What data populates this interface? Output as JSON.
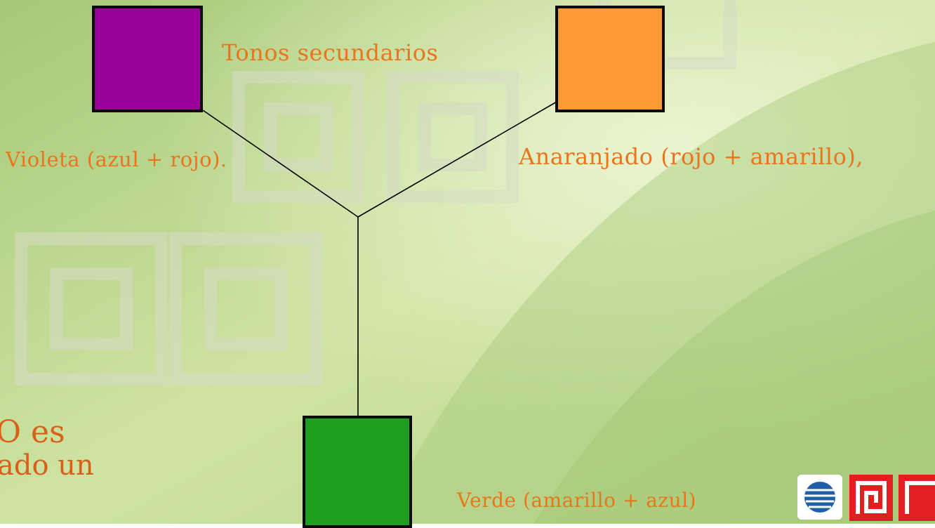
{
  "diagram": {
    "title": "Tonos secundarios",
    "violet": {
      "label": "Violeta (azul + rojo).",
      "color": "#990099"
    },
    "orange": {
      "label": "Anaranjado (rojo + amarillo),",
      "color": "#ff9933"
    },
    "green": {
      "label": "Verde (amarillo + azul)",
      "color": "#1e9e1e"
    }
  },
  "side_text": {
    "line1": "O es",
    "line2": "ado un",
    "line3": ""
  },
  "colors": {
    "text": "#e8761c",
    "connector": "#000000"
  },
  "logo": {
    "icon": "institution-logo"
  }
}
